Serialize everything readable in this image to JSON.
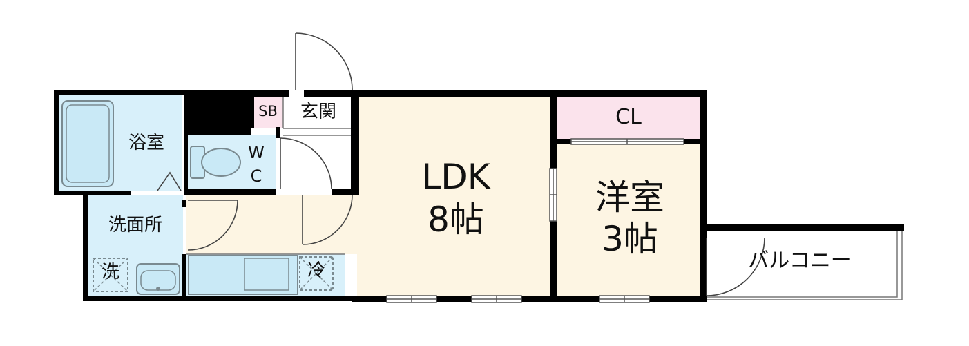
{
  "rooms": {
    "bath": {
      "label": "浴室",
      "fill": "#d8f0fa"
    },
    "washroom": {
      "label": "洗面所",
      "fill": "#d8f0fa"
    },
    "wc": {
      "label_top": "W",
      "label_bottom": "C",
      "fill": "#d8f0fa"
    },
    "sb": {
      "label": "SB",
      "fill": "#fbe3ec"
    },
    "entrance": {
      "label": "玄関",
      "fill": "#ffffff"
    },
    "ldk": {
      "label": "LDK",
      "size": "8帖",
      "fill": "#fdf5e3"
    },
    "closet": {
      "label": "CL",
      "fill": "#fbe3ec"
    },
    "western": {
      "label": "洋室",
      "size": "3帖",
      "fill": "#fdf5e3"
    },
    "balcony": {
      "label": "バルコニー",
      "fill": "#ffffff"
    }
  },
  "fixtures": {
    "washer": {
      "label": "洗"
    },
    "fridge": {
      "label": "冷"
    }
  },
  "colors": {
    "wall": "#000000",
    "fixture_fill": "#c9e9f6",
    "fixture_stroke": "#7a8a90",
    "wet_area": "#d8f0fa",
    "living_area": "#fdf5e3",
    "storage": "#fbe3ec"
  }
}
